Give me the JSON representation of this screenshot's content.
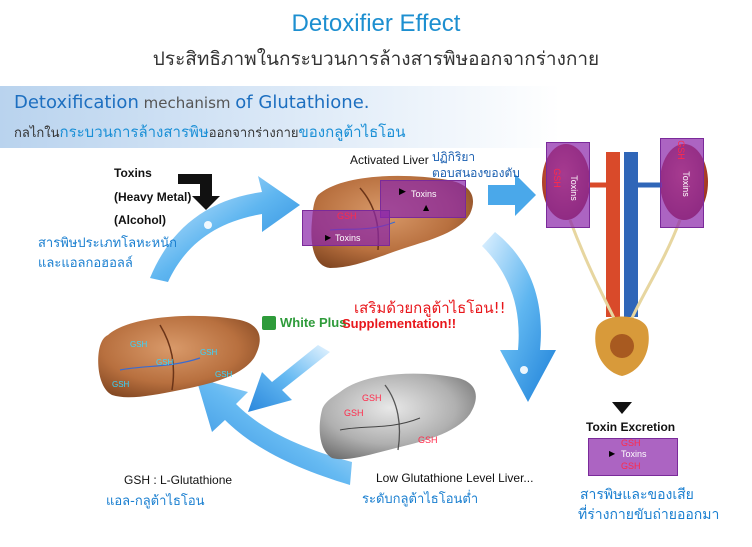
{
  "title_en": "Detoxifier Effect",
  "title_th": "ประสิทธิภาพในกระบวนการล้างสารพิษออกจากร่างกาย",
  "mechanism": {
    "en_part1": "Detoxification",
    "en_part2": " mechanism ",
    "en_part3": "of Glutathione.",
    "th_part1": "กลไกใน",
    "th_part2": "กระบวนการล้างสารพิษ",
    "th_part3": "ออกจากร่างกาย",
    "th_part4": "ของกลูต้าไธโอน"
  },
  "toxins_block": {
    "line1": "Toxins",
    "line2": "(Heavy Metal)",
    "line3": "(Alcohol)"
  },
  "toxins_th": {
    "line1": "สารพิษประเภทโลหะหนัก",
    "line2": "และแอลกอฮอลล์"
  },
  "activated_liver": "Activated Liver",
  "liver_reaction_th": {
    "line1": "ปฏิกิริยา",
    "line2": "ตอบสนองของตับ"
  },
  "labels": {
    "toxins": "Toxins",
    "gsh": "GSH"
  },
  "supplement": {
    "th": "เสริมด้วยกลูต้าไธโอน!!",
    "brand": "White Plus",
    "en": "Supplementation!!"
  },
  "low_liver": {
    "en": "Low Glutathione Level Liver...",
    "th": "ระดับกลูต้าไธโอนต่ำ"
  },
  "gsh_def": {
    "en": "GSH : L-Glutathione",
    "th": "แอล-กลูต้าไธโอน"
  },
  "excretion": {
    "en": "Toxin Excretion",
    "th_line1": "สารพิษและของเสีย",
    "th_line2": "ที่ร่างกายขับถ่ายออกมา"
  },
  "colors": {
    "accent_blue": "#1d8fd0",
    "supplement_red": "#e8161b",
    "toxin_purple": "#8c28aa"
  }
}
